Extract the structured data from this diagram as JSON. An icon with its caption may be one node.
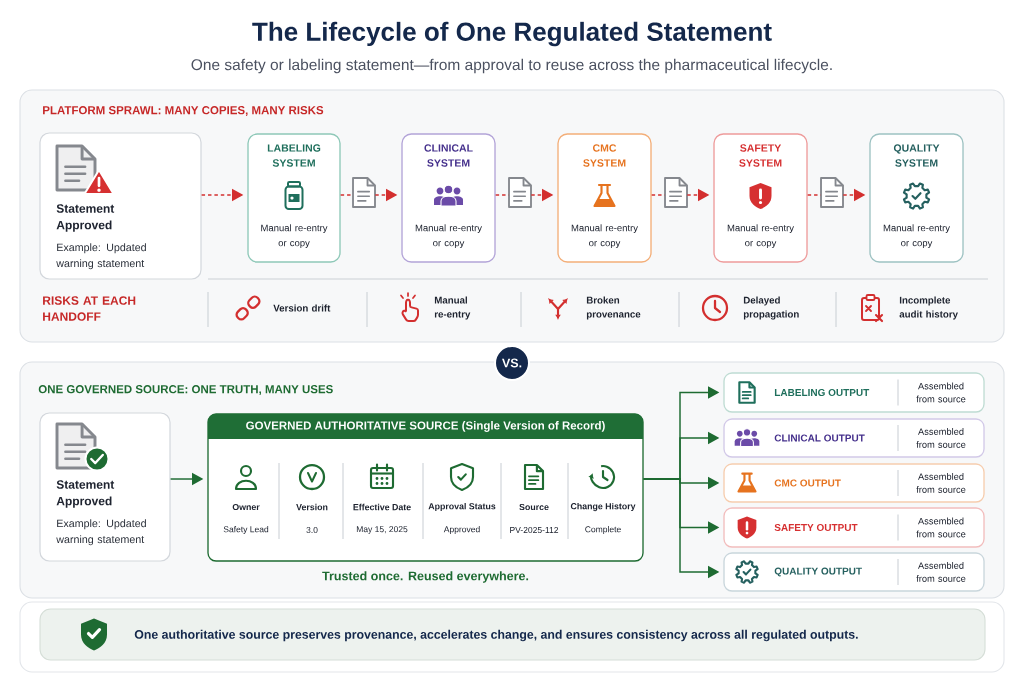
{
  "diagram": {
    "title": "The Lifecycle of One Regulated Statement",
    "nodes": [
      {
        "text": [
          "PLATFORM SPRAWL: MANY COPIES, MANY RISKS"
        ]
      },
      {
        "text": [
          "Statement Approved",
          "Example: Updated warning statement"
        ],
        "in": 0
      },
      {
        "text": [
          "LABELING SYSTEM",
          "Manual re-entry or copy"
        ],
        "in": 0
      },
      {
        "text": [],
        "shape": "document",
        "in": 0
      },
      {
        "text": [
          "CLINICAL SYSTEM",
          "Manual re-entry or copy"
        ],
        "in": 0
      },
      {
        "text": [],
        "shape": "document",
        "in": 0
      },
      {
        "text": [
          "CMC SYSTEM",
          "Manual re-entry or copy"
        ],
        "in": 0
      },
      {
        "text": [],
        "shape": "document",
        "in": 0
      },
      {
        "text": [
          "SAFETY SYSTEM",
          "Manual re-entry or copy"
        ],
        "in": 0
      },
      {
        "text": [],
        "shape": "document",
        "in": 0
      },
      {
        "text": [
          "QUALITY SYSTEM",
          "Manual re-entry or copy"
        ],
        "in": 0
      },
      {
        "text": [
          "VS."
        ]
      },
      {
        "text": [
          "ONE GOVERNED SOURCE: ONE TRUTH, MANY USES"
        ]
      },
      {
        "text": [
          "Statement Approved",
          "Example: Updated warning statement"
        ],
        "in": 12
      },
      {
        "text": [
          "GOVERNED AUTHORITATIVE SOURCE (Single Version of Record)"
        ],
        "beside": [
          "Trusted once. Reused everywhere."
        ],
        "in": 12
      },
      {
        "text": [
          "LABELING OUTPUT",
          "Assembled from source"
        ],
        "in": 12
      },
      {
        "text": [
          "CLINICAL OUTPUT",
          "Assembled from source"
        ],
        "in": 12
      },
      {
        "text": [
          "CMC OUTPUT",
          "Assembled from source"
        ],
        "in": 12
      },
      {
        "text": [
          "SAFETY OUTPUT",
          "Assembled from source"
        ],
        "in": 12
      },
      {
        "text": [
          "QUALITY OUTPUT",
          "Assembled from source"
        ],
        "in": 12
      },
      {
        "text": [
          "One authoritative source preserves provenance, accelerates change, and ensures consistency across all regulated outputs."
        ]
      }
    ],
    "edges": [
      {
        "from": 1,
        "to": 2,
        "arrow": "to",
        "style": "dashed"
      },
      {
        "from": 2,
        "to": 3,
        "arrow": "none",
        "style": "dashed"
      },
      {
        "from": 3,
        "to": 4,
        "arrow": "to",
        "style": "dashed"
      },
      {
        "from": 4,
        "to": 5,
        "arrow": "none",
        "style": "dashed"
      },
      {
        "from": 5,
        "to": 6,
        "arrow": "to",
        "style": "dashed"
      },
      {
        "from": 6,
        "to": 7,
        "arrow": "none",
        "style": "dashed"
      },
      {
        "from": 7,
        "to": 8,
        "arrow": "to",
        "style": "dashed"
      },
      {
        "from": 8,
        "to": 9,
        "arrow": "none",
        "style": "dashed"
      },
      {
        "from": 9,
        "to": 10,
        "arrow": "to",
        "style": "dashed"
      },
      {
        "from": 13,
        "to": 14,
        "arrow": "to",
        "color": "#1e6b32"
      },
      {
        "from": 14,
        "to": 15,
        "arrow": "to",
        "color": "#1e6b32"
      },
      {
        "from": 14,
        "to": 16,
        "arrow": "to",
        "color": "#1e6b32"
      },
      {
        "from": 14,
        "to": 17,
        "arrow": "to",
        "color": "#1e6b32"
      },
      {
        "from": 14,
        "to": 18,
        "arrow": "to",
        "color": "#1e6b32"
      },
      {
        "from": 14,
        "to": 19,
        "arrow": "to",
        "color": "#1e6b32"
      }
    ],
    "labels": [
      "One safety or labeling statement—from approval to reuse across the pharmaceutical lifecycle.",
      "RISKS AT EACH HANDOFF",
      "Version drift",
      "Manual re-entry",
      "Broken provenance",
      "Delayed propagation",
      "Incomplete audit history",
      "Owner",
      "Version",
      "Effective Date",
      "Approval Status",
      "Source",
      "Change History",
      "Safety Lead",
      "3.0",
      "May 15, 2025",
      "Approved",
      "PV-2025-112",
      "Complete"
    ]
  }
}
